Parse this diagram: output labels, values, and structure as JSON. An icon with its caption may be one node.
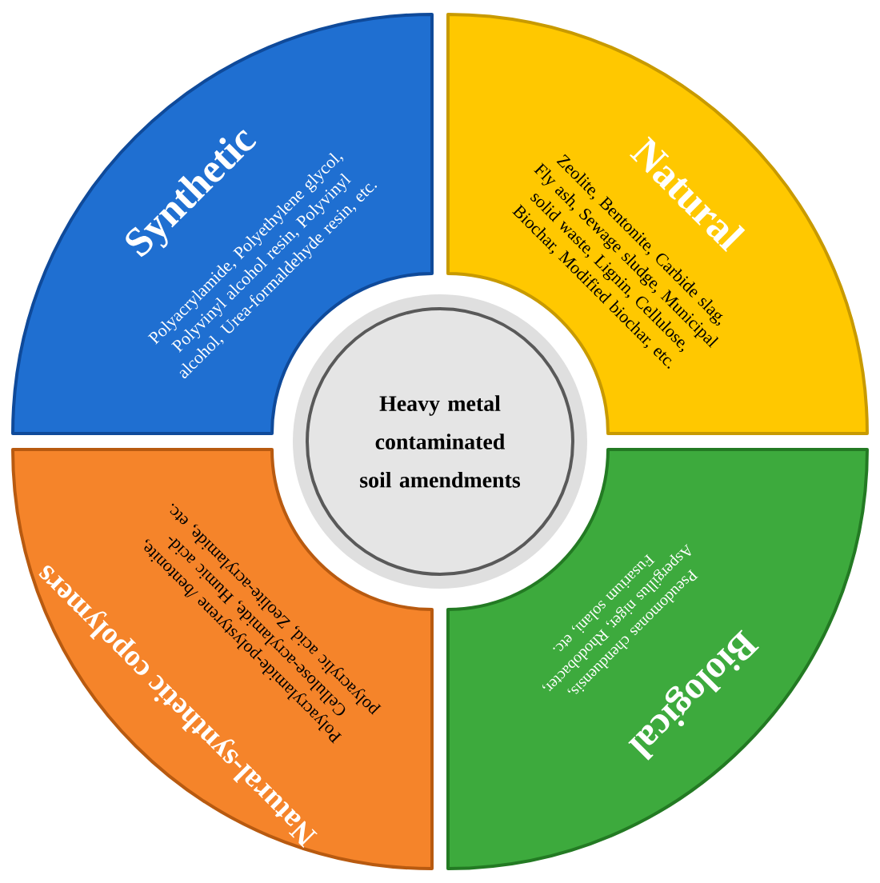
{
  "diagram": {
    "nodes": [
      {
        "text": [
          "Heavy metal contaminated soil amendments"
        ]
      },
      {
        "text": [
          "Synthetic",
          "Polyacrylamide, Polyethylene glycol, Polyvinyl alcohol resin, Polyvinyl alcohol, Urea-formaldehyde resin, etc."
        ]
      },
      {
        "text": [
          "Natural",
          "Zeolite, Bentonite, Carbide slag, Fly ash, Sewage sludge, Municipal solid waste, Lignin, Cellulose, Biochar, Modified biochar, etc."
        ]
      },
      {
        "text": [
          "Natural-synthetic copolymers",
          "Polyacrylamide-polystyrene /bentonite, Cellulose-acrylamide, Humic acid-polyacrylic acid, Zeolite-acrylamide, etc."
        ]
      },
      {
        "text": [
          "Biological",
          "Pseudomonas chenduensis, Aspergillus niger, Rhodobacter, Fusarium solani, etc."
        ]
      }
    ]
  }
}
